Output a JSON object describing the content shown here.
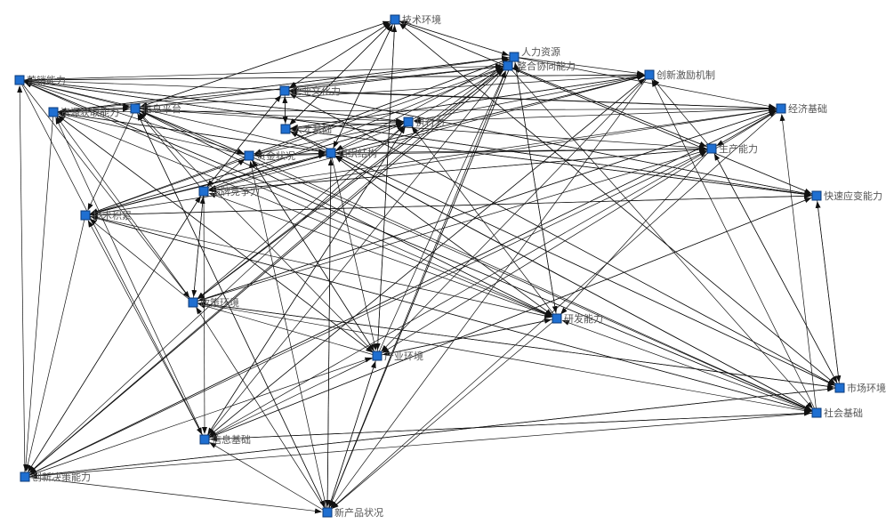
{
  "diagram": {
    "node_color": "#1f6fd1",
    "edge_color": "#111111",
    "label_color": "#555555",
    "nodes": [
      {
        "id": "jishu_huanjing",
        "label": "技术环境"
      },
      {
        "id": "renli_ziyuan",
        "label": "人力资源"
      },
      {
        "id": "zhenghe_xietong",
        "label": "整合协同能力"
      },
      {
        "id": "chuangxin_jili",
        "label": "创新激励机制"
      },
      {
        "id": "yingxiao_nengli",
        "label": "营销能力"
      },
      {
        "id": "qiye_wenhua",
        "label": "企业文化力"
      },
      {
        "id": "ziyuan_huoqu",
        "label": "资源获取能力"
      },
      {
        "id": "xinxi_pingtai",
        "label": "信息平台"
      },
      {
        "id": "jingji_jichu",
        "label": "经济基础"
      },
      {
        "id": "zhixing_li",
        "label": "执行力"
      },
      {
        "id": "rencai_jichu",
        "label": "人才基础"
      },
      {
        "id": "shengchan_nengli",
        "label": "生产能力"
      },
      {
        "id": "zijin_zhuangkuang",
        "label": "资金状况"
      },
      {
        "id": "zuzhi_jiegou",
        "label": "组织结构"
      },
      {
        "id": "pinpai_jingzheng",
        "label": "品牌竞争力"
      },
      {
        "id": "kuaisu_yingbian",
        "label": "快速应变能力"
      },
      {
        "id": "jishu_jilei",
        "label": "技术积累"
      },
      {
        "id": "zhengce_huanjing",
        "label": "政策环境"
      },
      {
        "id": "yanfa_nengli",
        "label": "研发能力"
      },
      {
        "id": "chanye_huanjing",
        "label": "产业环境"
      },
      {
        "id": "shichang_huanjing",
        "label": "市场环境"
      },
      {
        "id": "shehui_jichu",
        "label": "社会基础"
      },
      {
        "id": "xinxi_jichu",
        "label": "信息基础"
      },
      {
        "id": "chuangxin_juece",
        "label": "创新决策能力"
      },
      {
        "id": "xinchanpin",
        "label": "新产品状况"
      }
    ]
  }
}
